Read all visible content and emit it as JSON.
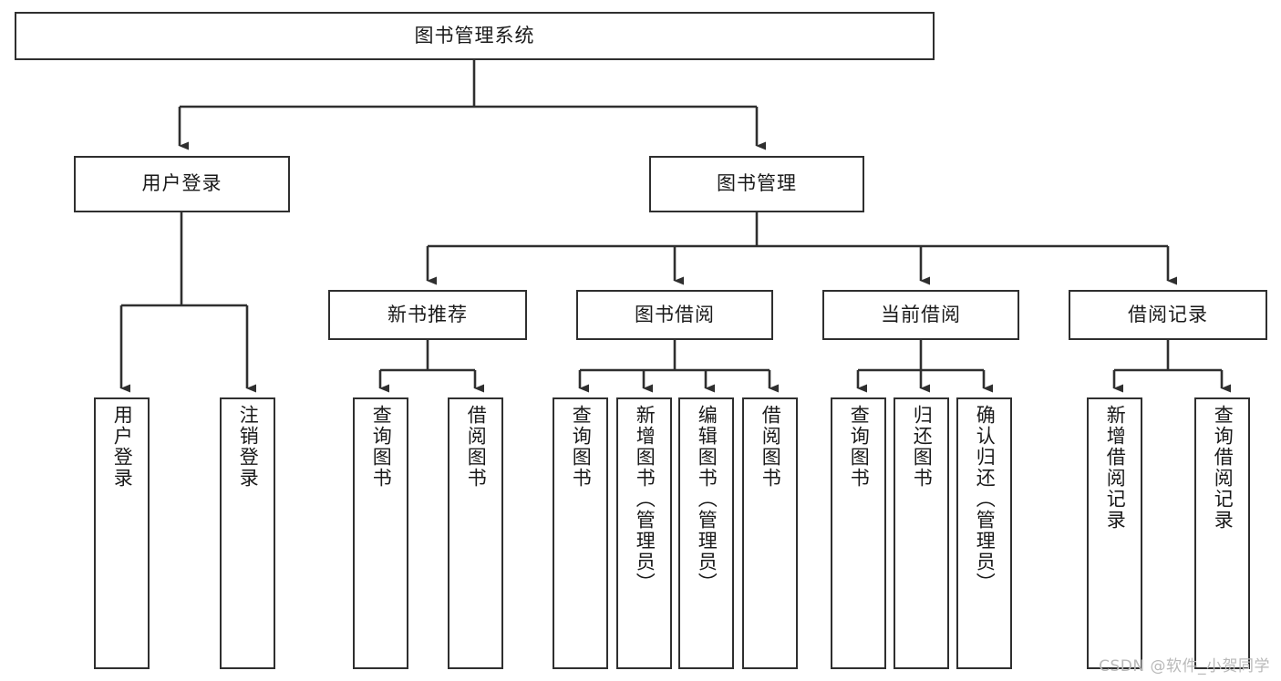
{
  "diagram": {
    "type": "tree-hierarchy-chart",
    "title": "图书管理系统",
    "watermark": "CSDN @软件_小贺同学",
    "colors": {
      "node_border": "#2f2f2f",
      "node_fill": "#ffffff",
      "edge": "#2f2f2f",
      "text": "#1a1a1a",
      "watermark": "#b9b9b9",
      "background": "#ffffff"
    },
    "nodes": {
      "root": {
        "label": "图书管理系统"
      },
      "level2": [
        {
          "id": "user-login",
          "label": "用户登录"
        },
        {
          "id": "book-manage",
          "label": "图书管理"
        }
      ],
      "level3": [
        {
          "id": "new-book-recommend",
          "label": "新书推荐"
        },
        {
          "id": "book-borrow",
          "label": "图书借阅"
        },
        {
          "id": "current-borrow",
          "label": "当前借阅"
        },
        {
          "id": "borrow-record",
          "label": "借阅记录"
        }
      ],
      "leaves": {
        "user-login": [
          {
            "id": "leaf-user-login",
            "label": "用户登录"
          },
          {
            "id": "leaf-logout-login",
            "label": "注销登录"
          }
        ],
        "new-book-recommend": [
          {
            "id": "leaf-query-book-1",
            "label": "查询图书"
          },
          {
            "id": "leaf-borrow-book-1",
            "label": "借阅图书"
          }
        ],
        "book-borrow": [
          {
            "id": "leaf-query-book-2",
            "label": "查询图书"
          },
          {
            "id": "leaf-add-book",
            "label": "新增图书（管理员）"
          },
          {
            "id": "leaf-edit-book",
            "label": "编辑图书（管理员）"
          },
          {
            "id": "leaf-borrow-book-2",
            "label": "借阅图书"
          }
        ],
        "current-borrow": [
          {
            "id": "leaf-query-book-3",
            "label": "查询图书"
          },
          {
            "id": "leaf-return-book",
            "label": "归还图书"
          },
          {
            "id": "leaf-confirm-return",
            "label": "确认归还（管理员）"
          }
        ],
        "borrow-record": [
          {
            "id": "leaf-add-record",
            "label": "新增借阅记录"
          },
          {
            "id": "leaf-query-record",
            "label": "查询借阅记录"
          }
        ]
      }
    }
  }
}
